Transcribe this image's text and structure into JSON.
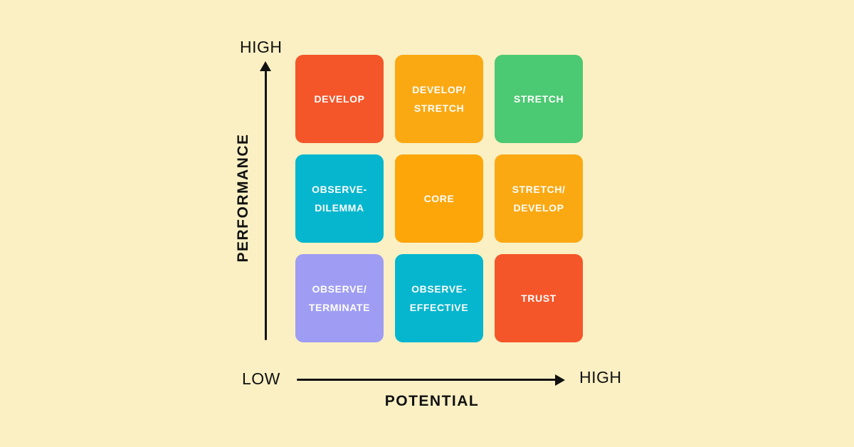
{
  "background_color": "#FAF0C3",
  "axes": {
    "y": {
      "label": "PERFORMANCE",
      "high": "HIGH"
    },
    "x": {
      "label": "POTENTIAL",
      "low": "LOW",
      "high": "HIGH"
    }
  },
  "line_color": "#111111",
  "grid": {
    "rows": 3,
    "cols": 3,
    "cells": [
      {
        "label": "DEVELOP",
        "color": "#F4562A"
      },
      {
        "label": "DEVELOP/\nSTRETCH",
        "color": "#FBA913"
      },
      {
        "label": "STRETCH",
        "color": "#4CC973"
      },
      {
        "label": "OBSERVE-\nDILEMMA",
        "color": "#06B6CE"
      },
      {
        "label": "CORE",
        "color": "#FCA60A"
      },
      {
        "label": "STRETCH/\nDEVELOP",
        "color": "#FBA913"
      },
      {
        "label": "OBSERVE/\nTERMINATE",
        "color": "#9F9DF3"
      },
      {
        "label": "OBSERVE-\nEFFECTIVE",
        "color": "#06B6CE"
      },
      {
        "label": "TRUST",
        "color": "#F4562A"
      }
    ]
  }
}
